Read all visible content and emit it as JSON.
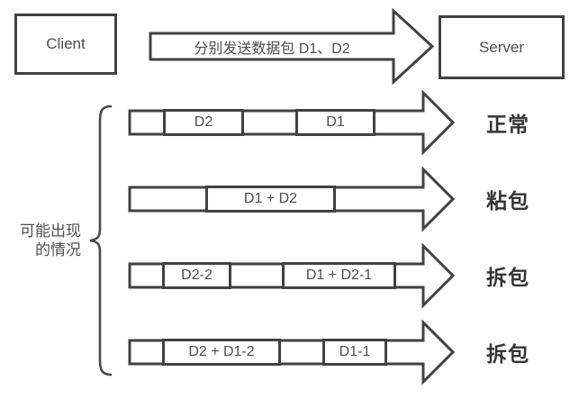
{
  "top": {
    "client_label": "Client",
    "server_label": "Server",
    "arrow_label": "分别发送数据包 D1、D2"
  },
  "brace": {
    "line1": "可能出现",
    "line2": "的情况"
  },
  "rows": [
    {
      "packets": [
        "D2",
        "D1"
      ],
      "result": "正常"
    },
    {
      "packets": [
        "D1 + D2"
      ],
      "result": "粘包"
    },
    {
      "packets": [
        "D2-2",
        "D1 + D2-1"
      ],
      "result": "拆包"
    },
    {
      "packets": [
        "D2 + D1-2",
        "D1-1"
      ],
      "result": "拆包"
    }
  ],
  "colors": {
    "outline": "#414141",
    "text": "#4d4d4d",
    "result_label": "#353535",
    "background": "#ffffff"
  }
}
